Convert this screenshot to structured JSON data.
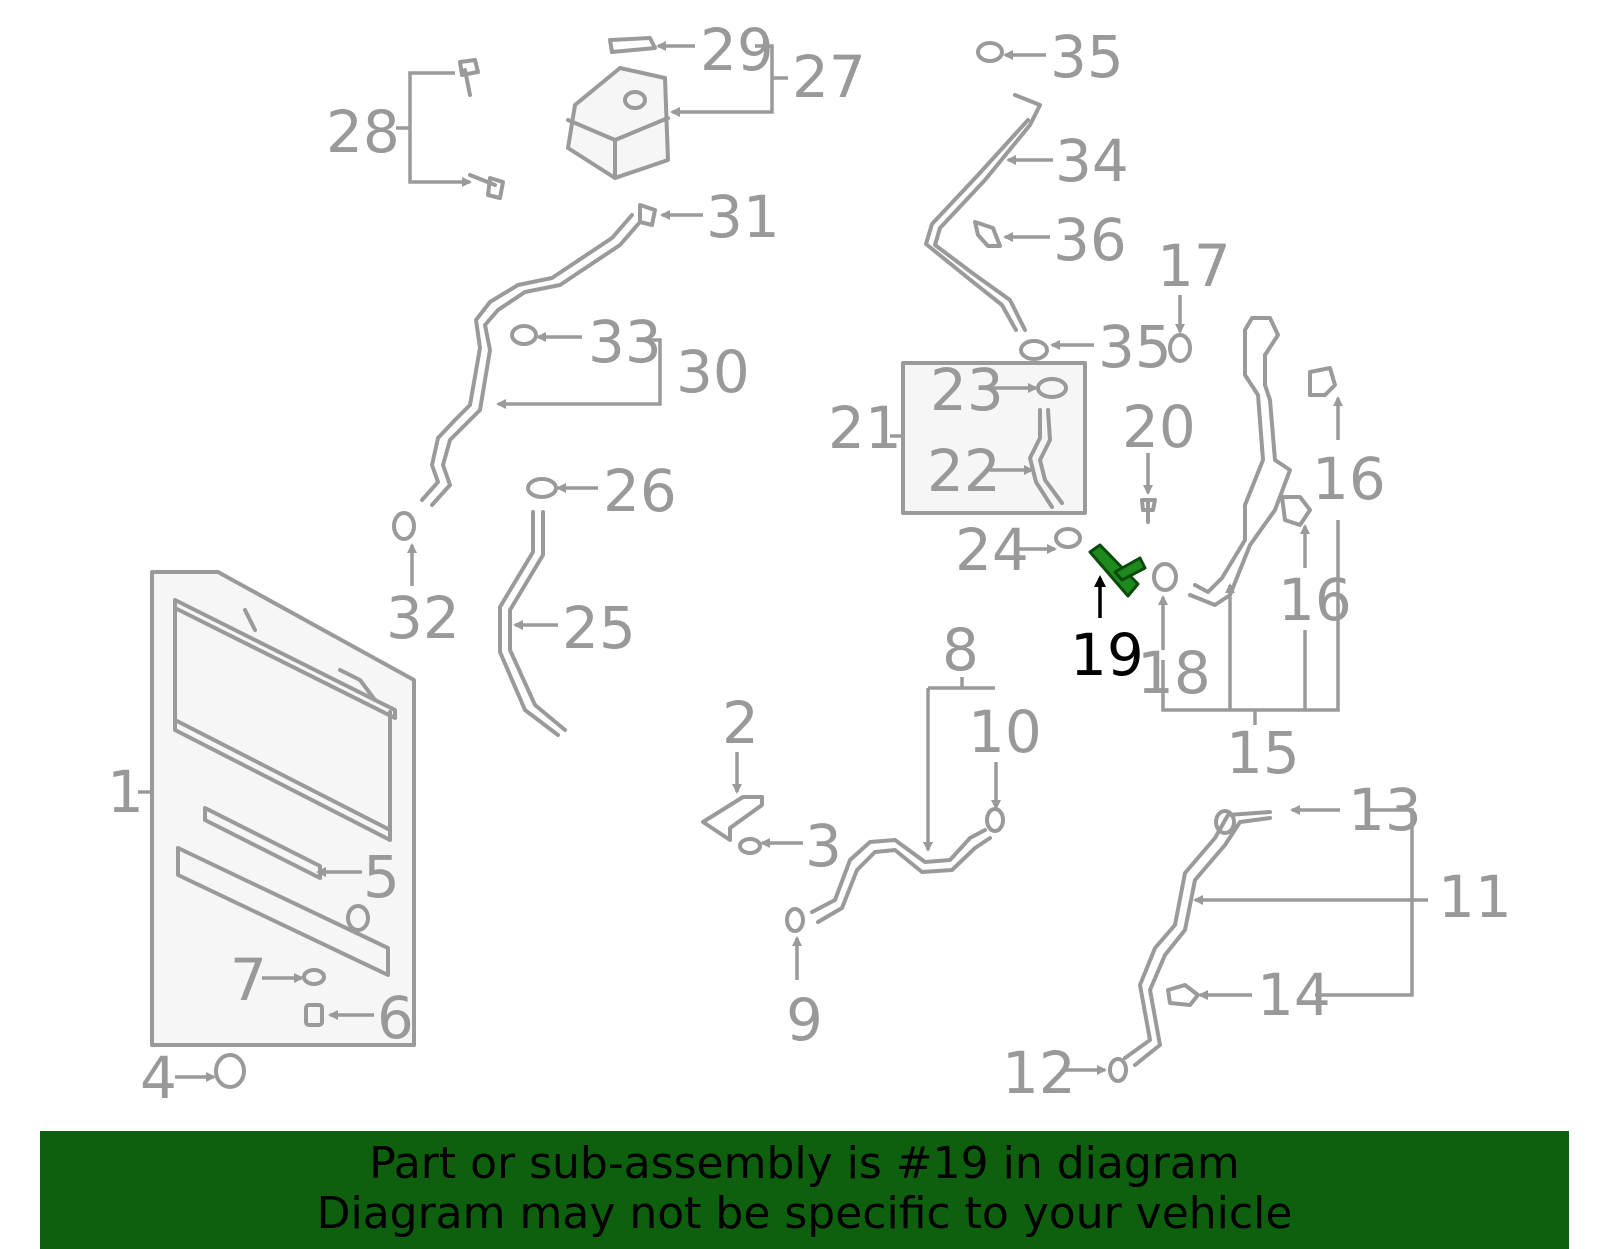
{
  "diagram": {
    "highlight_color": "#1e8a1e",
    "part_color": "#9a9a9a",
    "highlighted_callout": "19",
    "callouts": {
      "c1": "1",
      "c2": "2",
      "c3": "3",
      "c4": "4",
      "c5": "5",
      "c6": "6",
      "c7": "7",
      "c8": "8",
      "c9": "9",
      "c10": "10",
      "c11": "11",
      "c12": "12",
      "c13": "13",
      "c14": "14",
      "c15": "15",
      "c16a": "16",
      "c16b": "16",
      "c17": "17",
      "c18": "18",
      "c19": "19",
      "c20": "20",
      "c21": "21",
      "c22": "22",
      "c23": "23",
      "c24": "24",
      "c25": "25",
      "c26": "26",
      "c27": "27",
      "c28": "28",
      "c29": "29",
      "c30": "30",
      "c31": "31",
      "c32": "32",
      "c33": "33",
      "c34": "34",
      "c35a": "35",
      "c35b": "35",
      "c36": "36"
    }
  },
  "footer": {
    "background": "#0e5f0e",
    "line1": "Part or sub-assembly is #19 in diagram",
    "line2": "Diagram may not be specific to your vehicle"
  }
}
